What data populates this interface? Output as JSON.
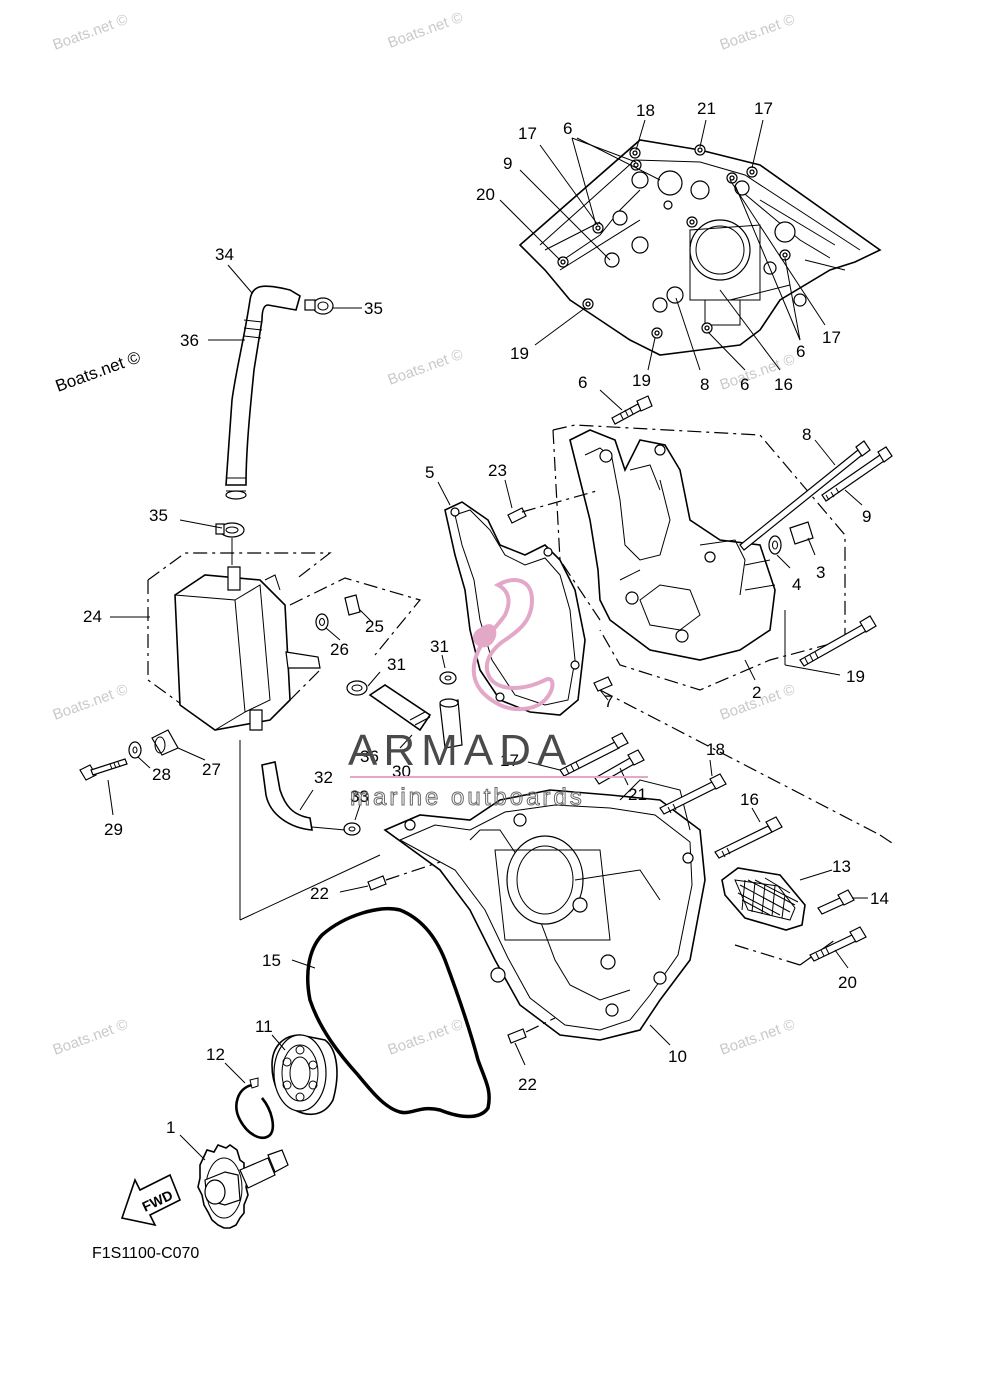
{
  "diagram_code": "F1S1100-C070",
  "fwd_label": "FWD",
  "watermarks": {
    "boats_net": "Boats.net ©",
    "boats_net_dark": "Boats.net ©"
  },
  "brand": {
    "name": "ARMADA",
    "tagline": "marine outboards",
    "accent_color": "#e3a7c8"
  },
  "callouts": {
    "c1": "1",
    "c2": "2",
    "c3": "3",
    "c4": "4",
    "c5": "5",
    "c6a": "6",
    "c6b": "6",
    "c6c": "6",
    "c6d": "6",
    "c7": "7",
    "c8a": "8",
    "c8b": "8",
    "c9a": "9",
    "c9b": "9",
    "c10": "10",
    "c11": "11",
    "c12": "12",
    "c13": "13",
    "c14": "14",
    "c15": "15",
    "c16a": "16",
    "c16b": "16",
    "c17a": "17",
    "c17b": "17",
    "c17c": "17",
    "c17d": "17",
    "c18a": "18",
    "c18b": "18",
    "c19a": "19",
    "c19b": "19",
    "c19c": "19",
    "c20a": "20",
    "c20b": "20",
    "c21a": "21",
    "c21b": "21",
    "c22a": "22",
    "c22b": "22",
    "c23": "23",
    "c24": "24",
    "c25": "25",
    "c26": "26",
    "c27": "27",
    "c28": "28",
    "c29": "29",
    "c30": "30",
    "c31a": "31",
    "c31b": "31",
    "c32": "32",
    "c33": "33",
    "c34": "34",
    "c35a": "35",
    "c35b": "35",
    "c36a": "36",
    "c36b": "36"
  }
}
